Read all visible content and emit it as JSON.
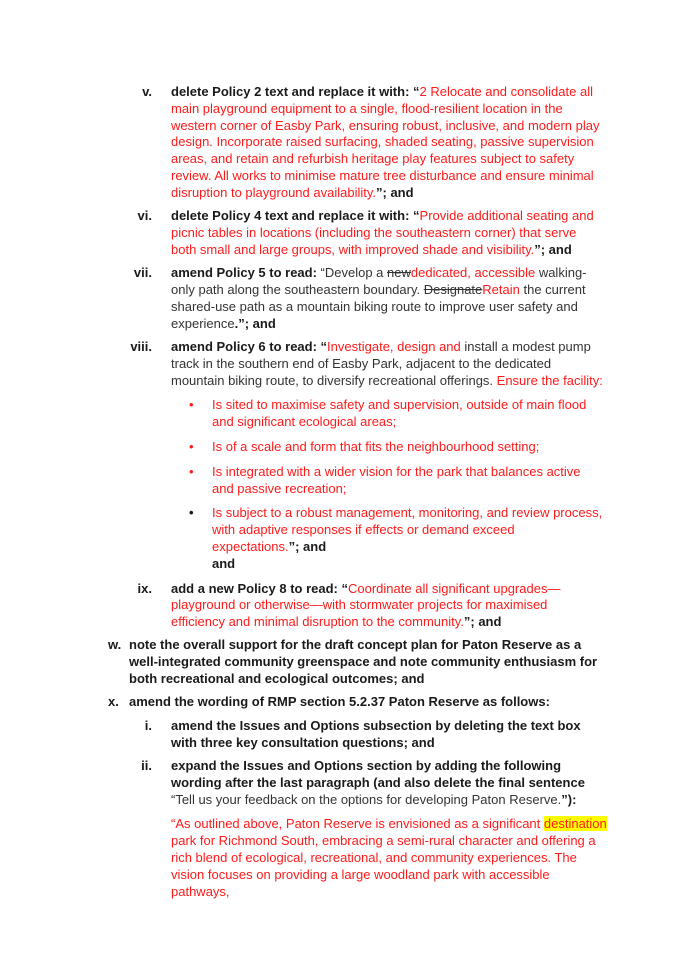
{
  "colors": {
    "red": "#ff1a1a",
    "text": "#1a1a1a",
    "highlight": "#ffff00"
  },
  "items": {
    "v": {
      "label": "v.",
      "runs": [
        [
          "b",
          "delete Policy 2 text and replace it with: “"
        ],
        [
          "r",
          "2 Relocate and consolidate all main playground equipment to a single, flood-resilient location in the western corner of Easby Park, ensuring robust, inclusive, and modern play design. Incorporate raised surfacing, shaded seating, passive supervision areas, and retain and refurbish heritage play features subject to safety review. All works to minimise mature tree disturbance and ensure minimal disruption to playground availability."
        ],
        [
          "b",
          "”; and"
        ]
      ]
    },
    "vi": {
      "label": "vi.",
      "runs": [
        [
          "b",
          "delete Policy 4 text and replace it with: “"
        ],
        [
          "r",
          "Provide additional seating and picnic tables in locations (including the southeastern corner) that serve both small and large groups, with improved shade and visibility."
        ],
        [
          "b",
          "”; and"
        ]
      ]
    },
    "vii": {
      "label": "vii.",
      "runs": [
        [
          "b",
          "amend Policy 5 to read: "
        ],
        [
          "k",
          "“Develop a "
        ],
        [
          "s",
          "new"
        ],
        [
          "r",
          "dedicated, accessible"
        ],
        [
          "k",
          " walking-only path along the southeastern boundary. "
        ],
        [
          "s",
          "Designate"
        ],
        [
          "r",
          "Retain"
        ],
        [
          "k",
          " the current shared-use path as a mountain biking route to improve user safety and experience"
        ],
        [
          "b",
          ".”; and"
        ]
      ]
    },
    "viii": {
      "label": "viii.",
      "runs": [
        [
          "b",
          "amend Policy 6 to read: “"
        ],
        [
          "r",
          "Investigate, design and "
        ],
        [
          "k",
          "install a modest pump track in the southern end of Easby Park, adjacent to the dedicated mountain biking route, to diversify recreational offerings. "
        ],
        [
          "r",
          "Ensure the facility:"
        ]
      ]
    },
    "bullets": [
      {
        "runs": [
          [
            "r",
            "Is sited to maximise safety and supervision, outside of main flood and significant ecological areas;"
          ]
        ]
      },
      {
        "runs": [
          [
            "r",
            "Is of a scale and form that fits the neighbourhood setting;"
          ]
        ]
      },
      {
        "runs": [
          [
            "r",
            "Is integrated with a wider vision for the park that balances active and passive recreation;"
          ]
        ]
      },
      {
        "runs": [
          [
            "r",
            "Is subject to a robust management, monitoring, and review process, with adaptive responses if effects or demand exceed expectations."
          ],
          [
            "b",
            "”; and"
          ]
        ]
      }
    ],
    "ix": {
      "label": "ix.",
      "runs": [
        [
          "b",
          "add a new Policy 8 to read: “"
        ],
        [
          "r",
          "Coordinate all significant upgrades—playground or otherwise—with stormwater projects for maximised efficiency and minimal disruption to the community."
        ],
        [
          "b",
          "”; and"
        ]
      ]
    },
    "w": {
      "label": "w.",
      "runs": [
        [
          "b",
          "note the overall support for the draft concept plan for Paton Reserve as a well-integrated community greenspace and note community enthusiasm for both recreational and ecological outcomes; and"
        ]
      ]
    },
    "x": {
      "label": "x.",
      "runs": [
        [
          "b",
          "amend the wording of RMP section 5.2.37 Paton Reserve as follows:"
        ]
      ]
    },
    "x_i": {
      "label": "i.",
      "runs": [
        [
          "b",
          "amend the Issues and Options subsection by deleting the text box with three key consultation questions; and"
        ]
      ]
    },
    "x_ii": {
      "label": "ii.",
      "runs": [
        [
          "b",
          "expand the Issues and Options section by adding the following wording after the last paragraph (and also delete the final sentence "
        ],
        [
          "k",
          "“Tell us your feedback on the options for developing Paton Reserve."
        ],
        [
          "b",
          "”):"
        ]
      ]
    },
    "quote": {
      "runs": [
        [
          "r",
          "“As outlined above, Paton Reserve is envisioned as a significant "
        ],
        [
          "h",
          "destination"
        ],
        [
          "r",
          " park for Richmond South, embracing a semi-rural character and offering a rich blend of ecological, recreational, and community experiences. The vision focuses on providing a large woodland park with accessible pathways,"
        ]
      ]
    }
  },
  "bullet_symbol": "•"
}
